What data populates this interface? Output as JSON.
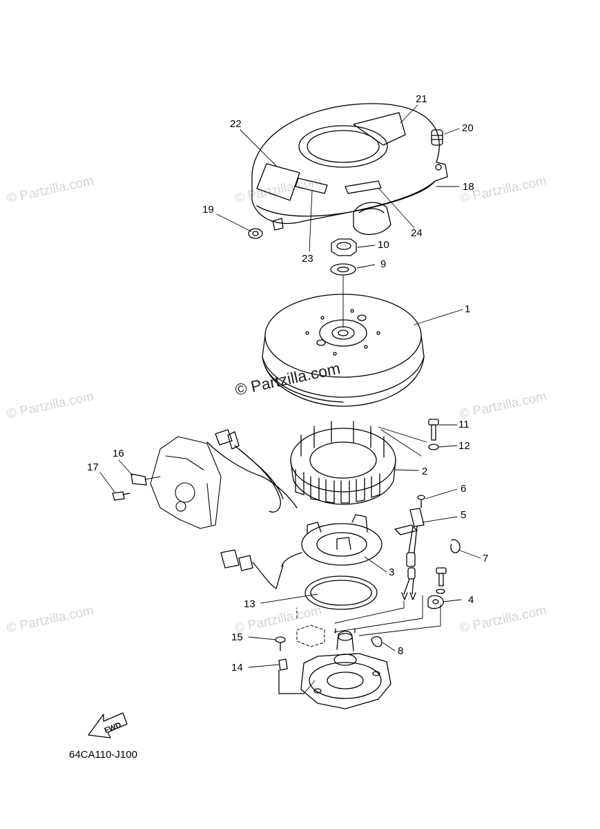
{
  "diagram_code": "64CA110-J100",
  "watermark": {
    "text": "© Partzilla.com",
    "main_text": "© Partzilla.com"
  },
  "fwd_label": "FWD",
  "callouts": {
    "c1": "1",
    "c2": "2",
    "c3": "3",
    "c4": "4",
    "c5": "5",
    "c6": "6",
    "c7": "7",
    "c8": "8",
    "c9": "9",
    "c10": "10",
    "c11": "11",
    "c12": "12",
    "c13": "13",
    "c14": "14",
    "c15": "15",
    "c16": "16",
    "c17": "17",
    "c18": "18",
    "c19": "19",
    "c20": "20",
    "c21": "21",
    "c22": "22",
    "c23": "23",
    "c24": "24"
  }
}
